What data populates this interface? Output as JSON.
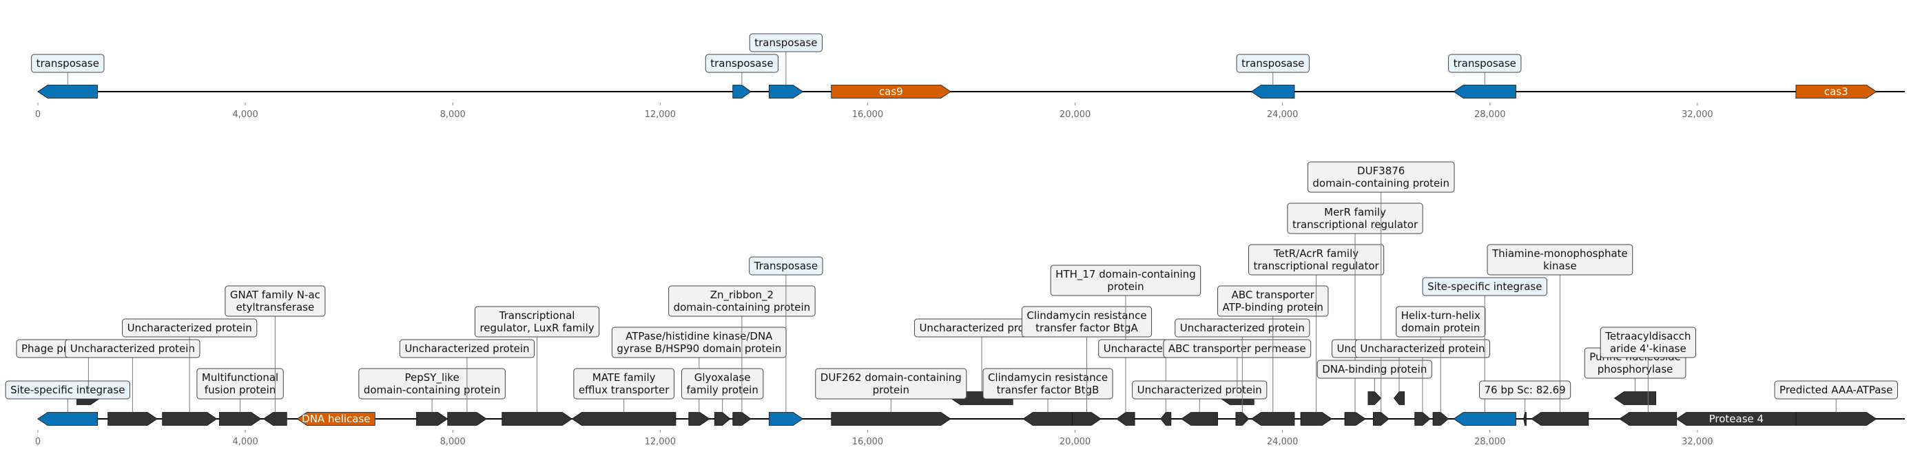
{
  "colors": {
    "transposase": "#0872b4",
    "cas": "#d55e00",
    "other": "#333333",
    "label_fill_highlight": "#e8f4fa",
    "label_fill_default": "#f2f2f2",
    "backbone": "#000000"
  },
  "axis": {
    "min": 0,
    "max": 36000,
    "tick_values": [
      0,
      4000,
      8000,
      12000,
      16000,
      20000,
      24000,
      28000,
      32000
    ],
    "tick_labels": [
      "0",
      "4,000",
      "8,000",
      "12,000",
      "16,000",
      "20,000",
      "24,000",
      "28,000",
      "32,000"
    ]
  },
  "tracks": [
    {
      "id": "track-top",
      "features": [
        {
          "start": 0,
          "end": 1150,
          "strand": -1,
          "color": "transposase",
          "label": "transposase",
          "label_style": "highlight"
        },
        {
          "start": 13400,
          "end": 13750,
          "strand": 1,
          "color": "transposase",
          "label": "transposase",
          "label_style": "highlight"
        },
        {
          "start": 14100,
          "end": 14750,
          "strand": 1,
          "color": "transposase",
          "label": "transposase",
          "label_style": "highlight"
        },
        {
          "start": 15300,
          "end": 17600,
          "strand": 0,
          "color": "cas",
          "inner_label": "cas9"
        },
        {
          "start": 23400,
          "end": 24230,
          "strand": -1,
          "color": "transposase",
          "label": "transposase",
          "label_style": "highlight"
        },
        {
          "start": 27300,
          "end": 28500,
          "strand": -1,
          "color": "transposase",
          "label": "transposase",
          "label_style": "highlight"
        },
        {
          "start": 33900,
          "end": 35450,
          "strand": 1,
          "color": "cas",
          "inner_label": "cas3"
        }
      ]
    },
    {
      "id": "track-bottom",
      "features": [
        {
          "start": 0,
          "end": 1150,
          "strand": -1,
          "color": "transposase",
          "label": "Site-specific integrase",
          "label_style": "highlight"
        },
        {
          "start": 750,
          "end": 1200,
          "strand": 1,
          "color": "other",
          "row": 1,
          "label": "Phage protein Gp37/Gp68"
        },
        {
          "start": 1350,
          "end": 2300,
          "strand": 0,
          "color": "other",
          "label": "Uncharacterized protein"
        },
        {
          "start": 2400,
          "end": 3450,
          "strand": 1,
          "color": "other",
          "label": "Uncharacterized protein"
        },
        {
          "start": 3500,
          "end": 4300,
          "strand": 1,
          "color": "other",
          "label": "Multifunctional fusion protein"
        },
        {
          "start": 4350,
          "end": 4800,
          "strand": -1,
          "color": "other",
          "label": "GNAT family N-ac etyltransferase"
        },
        {
          "start": 5000,
          "end": 6500,
          "strand": -1,
          "color": "cas",
          "inner_label": "DNA helicase"
        },
        {
          "start": 7300,
          "end": 7900,
          "strand": 1,
          "color": "other",
          "label": "PepSY_like domain-containing protein"
        },
        {
          "start": 7900,
          "end": 8650,
          "strand": 0,
          "color": "other",
          "label": "Uncharacterized protein"
        },
        {
          "start": 8950,
          "end": 10300,
          "strand": 1,
          "color": "other",
          "label": "Transcriptional regulator, LuxR family"
        },
        {
          "start": 10300,
          "end": 12300,
          "strand": -1,
          "color": "other",
          "label": "MATE family efflux transporter"
        },
        {
          "start": 12550,
          "end": 12950,
          "strand": 1,
          "color": "other",
          "label": "ATPase/histidine kinase/DNA gyrase B/HSP90 domain protein"
        },
        {
          "start": 13050,
          "end": 13350,
          "strand": 1,
          "color": "other",
          "label": "Glyoxalase family protein"
        },
        {
          "start": 13400,
          "end": 13750,
          "strand": 1,
          "color": "other",
          "label": "Zn_ribbon_2 domain-containing protein"
        },
        {
          "start": 14100,
          "end": 14750,
          "strand": 1,
          "color": "transposase",
          "label": "Transposase",
          "label_style": "highlight"
        },
        {
          "start": 15300,
          "end": 17600,
          "strand": 0,
          "color": "other",
          "label": "DUF262 domain-containing protein"
        },
        {
          "start": 17600,
          "end": 18800,
          "strand": -1,
          "color": "other",
          "row": 1,
          "label": "Uncharacterized protein"
        },
        {
          "start": 19000,
          "end": 19950,
          "strand": -1,
          "color": "other",
          "label": "Clindamycin resistance transfer factor BtgB"
        },
        {
          "start": 19950,
          "end": 20500,
          "strand": 0,
          "color": "other",
          "label": "Clindamycin resistance transfer factor BtgA"
        },
        {
          "start": 20800,
          "end": 21150,
          "strand": -1,
          "color": "other",
          "label": "HTH_17 domain-containing protein"
        },
        {
          "start": 21650,
          "end": 21850,
          "strand": -1,
          "color": "other",
          "label": "Uncharacterized protein"
        },
        {
          "start": 22050,
          "end": 22750,
          "strand": -1,
          "color": "other",
          "label": "Uncharacterized protein"
        },
        {
          "start": 22800,
          "end": 23450,
          "strand": -1,
          "color": "other",
          "row": 1,
          "label": "ABC transporter permease"
        },
        {
          "start": 23100,
          "end": 23350,
          "strand": 1,
          "color": "other",
          "label": "Uncharacterized protein"
        },
        {
          "start": 23400,
          "end": 24230,
          "strand": -1,
          "color": "other",
          "label": "ABC transporter ATP-binding protein"
        },
        {
          "start": 24350,
          "end": 24950,
          "strand": 0,
          "color": "other",
          "label": "TetR/AcrR family transcriptional regulator"
        },
        {
          "start": 25200,
          "end": 25600,
          "strand": 1,
          "color": "other",
          "label": "MerR family transcriptional regulator"
        },
        {
          "start": 25650,
          "end": 25900,
          "strand": 1,
          "color": "other",
          "row": 1,
          "label": "DNA-binding protein"
        },
        {
          "start": 25750,
          "end": 26050,
          "strand": 1,
          "color": "other",
          "label": "DUF3876 domain-containing protein"
        },
        {
          "start": 26150,
          "end": 26350,
          "strand": -1,
          "color": "other",
          "row": 1,
          "label": "Uncharacterized protein"
        },
        {
          "start": 26550,
          "end": 26850,
          "strand": 1,
          "color": "other",
          "label": "Uncharacterized protein"
        },
        {
          "start": 26900,
          "end": 27200,
          "strand": 1,
          "color": "other",
          "label": "Helix-turn-helix domain protein"
        },
        {
          "start": 27300,
          "end": 28500,
          "strand": -1,
          "color": "transposase",
          "label": "Site-specific integrase",
          "label_style": "highlight"
        },
        {
          "start": 28650,
          "end": 28700,
          "strand": -1,
          "color": "other",
          "label": "76 bp Sc: 82.69"
        },
        {
          "start": 28800,
          "end": 29900,
          "strand": -1,
          "color": "other",
          "label": "Thiamine-monophosphate kinase"
        },
        {
          "start": 30400,
          "end": 31200,
          "strand": -1,
          "color": "other",
          "row": 1,
          "label": "Purine nucleoside phosphorylase"
        },
        {
          "start": 30500,
          "end": 31600,
          "strand": -1,
          "color": "other",
          "label": "Tetraacyldisacch aride 4'-kinase"
        },
        {
          "start": 31600,
          "end": 33900,
          "strand": -1,
          "color": "other",
          "inner_label": "Protease 4"
        },
        {
          "start": 33900,
          "end": 35450,
          "strand": 1,
          "color": "other",
          "label": "Predicted AAA-ATPase"
        }
      ]
    }
  ]
}
